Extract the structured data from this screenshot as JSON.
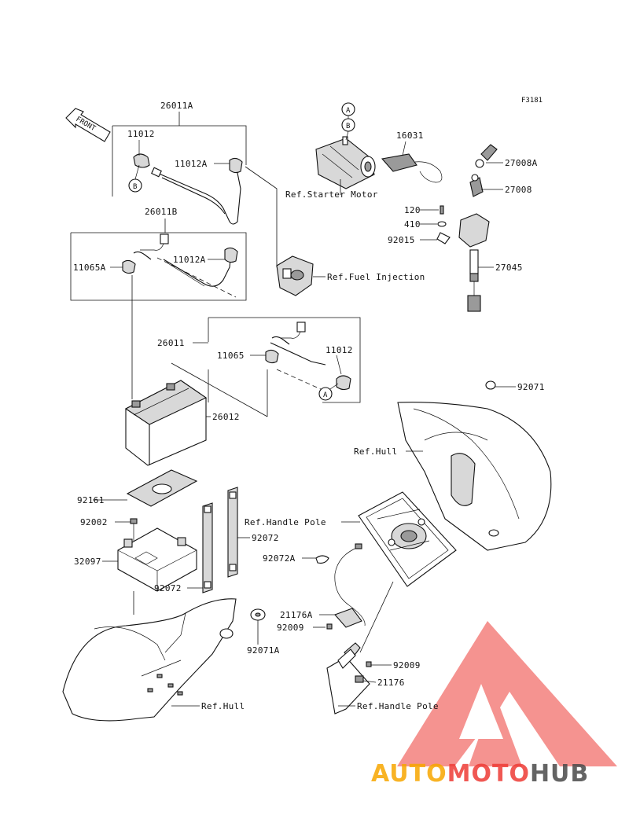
{
  "figure_code": "F3181",
  "front_arrow": "FRONT",
  "colors": {
    "watermark_red": "#ee3b36",
    "watermark_orange": "#f7a600",
    "watermark_gray": "#4a4a4a"
  },
  "watermark": {
    "part1": "AUTO",
    "part2": "MOTO",
    "part3": "HUB"
  },
  "callouts": {
    "a_top": "A",
    "b_top": "B",
    "b_left": "B",
    "a_mid": "A"
  },
  "part_numbers": {
    "p26011A": "26011A",
    "p11012_top": "11012",
    "p11012A_top": "11012A",
    "p26011B": "26011B",
    "p11065A": "11065A",
    "p11012A_mid": "11012A",
    "p26011": "26011",
    "p11065": "11065",
    "p11012_mid": "11012",
    "p26012": "26012",
    "p16031": "16031",
    "p27008A": "27008A",
    "p27008": "27008",
    "p120": "120",
    "p410": "410",
    "p92015": "92015",
    "p27045": "27045",
    "p92071": "92071",
    "p92161": "92161",
    "p92002": "92002",
    "p32097": "32097",
    "p92072_left": "92072",
    "p92072_right": "92072",
    "p92072A": "92072A",
    "p21176A": "21176A",
    "p92009_left": "92009",
    "p92071A": "92071A",
    "p92009_right": "92009",
    "p21176": "21176"
  },
  "references": {
    "starter_motor": "Ref.Starter Motor",
    "fuel_injection": "Ref.Fuel Injection",
    "hull_right": "Ref.Hull",
    "handle_pole_top": "Ref.Handle Pole",
    "hull_left": "Ref.Hull",
    "handle_pole_bottom": "Ref.Handle Pole"
  }
}
